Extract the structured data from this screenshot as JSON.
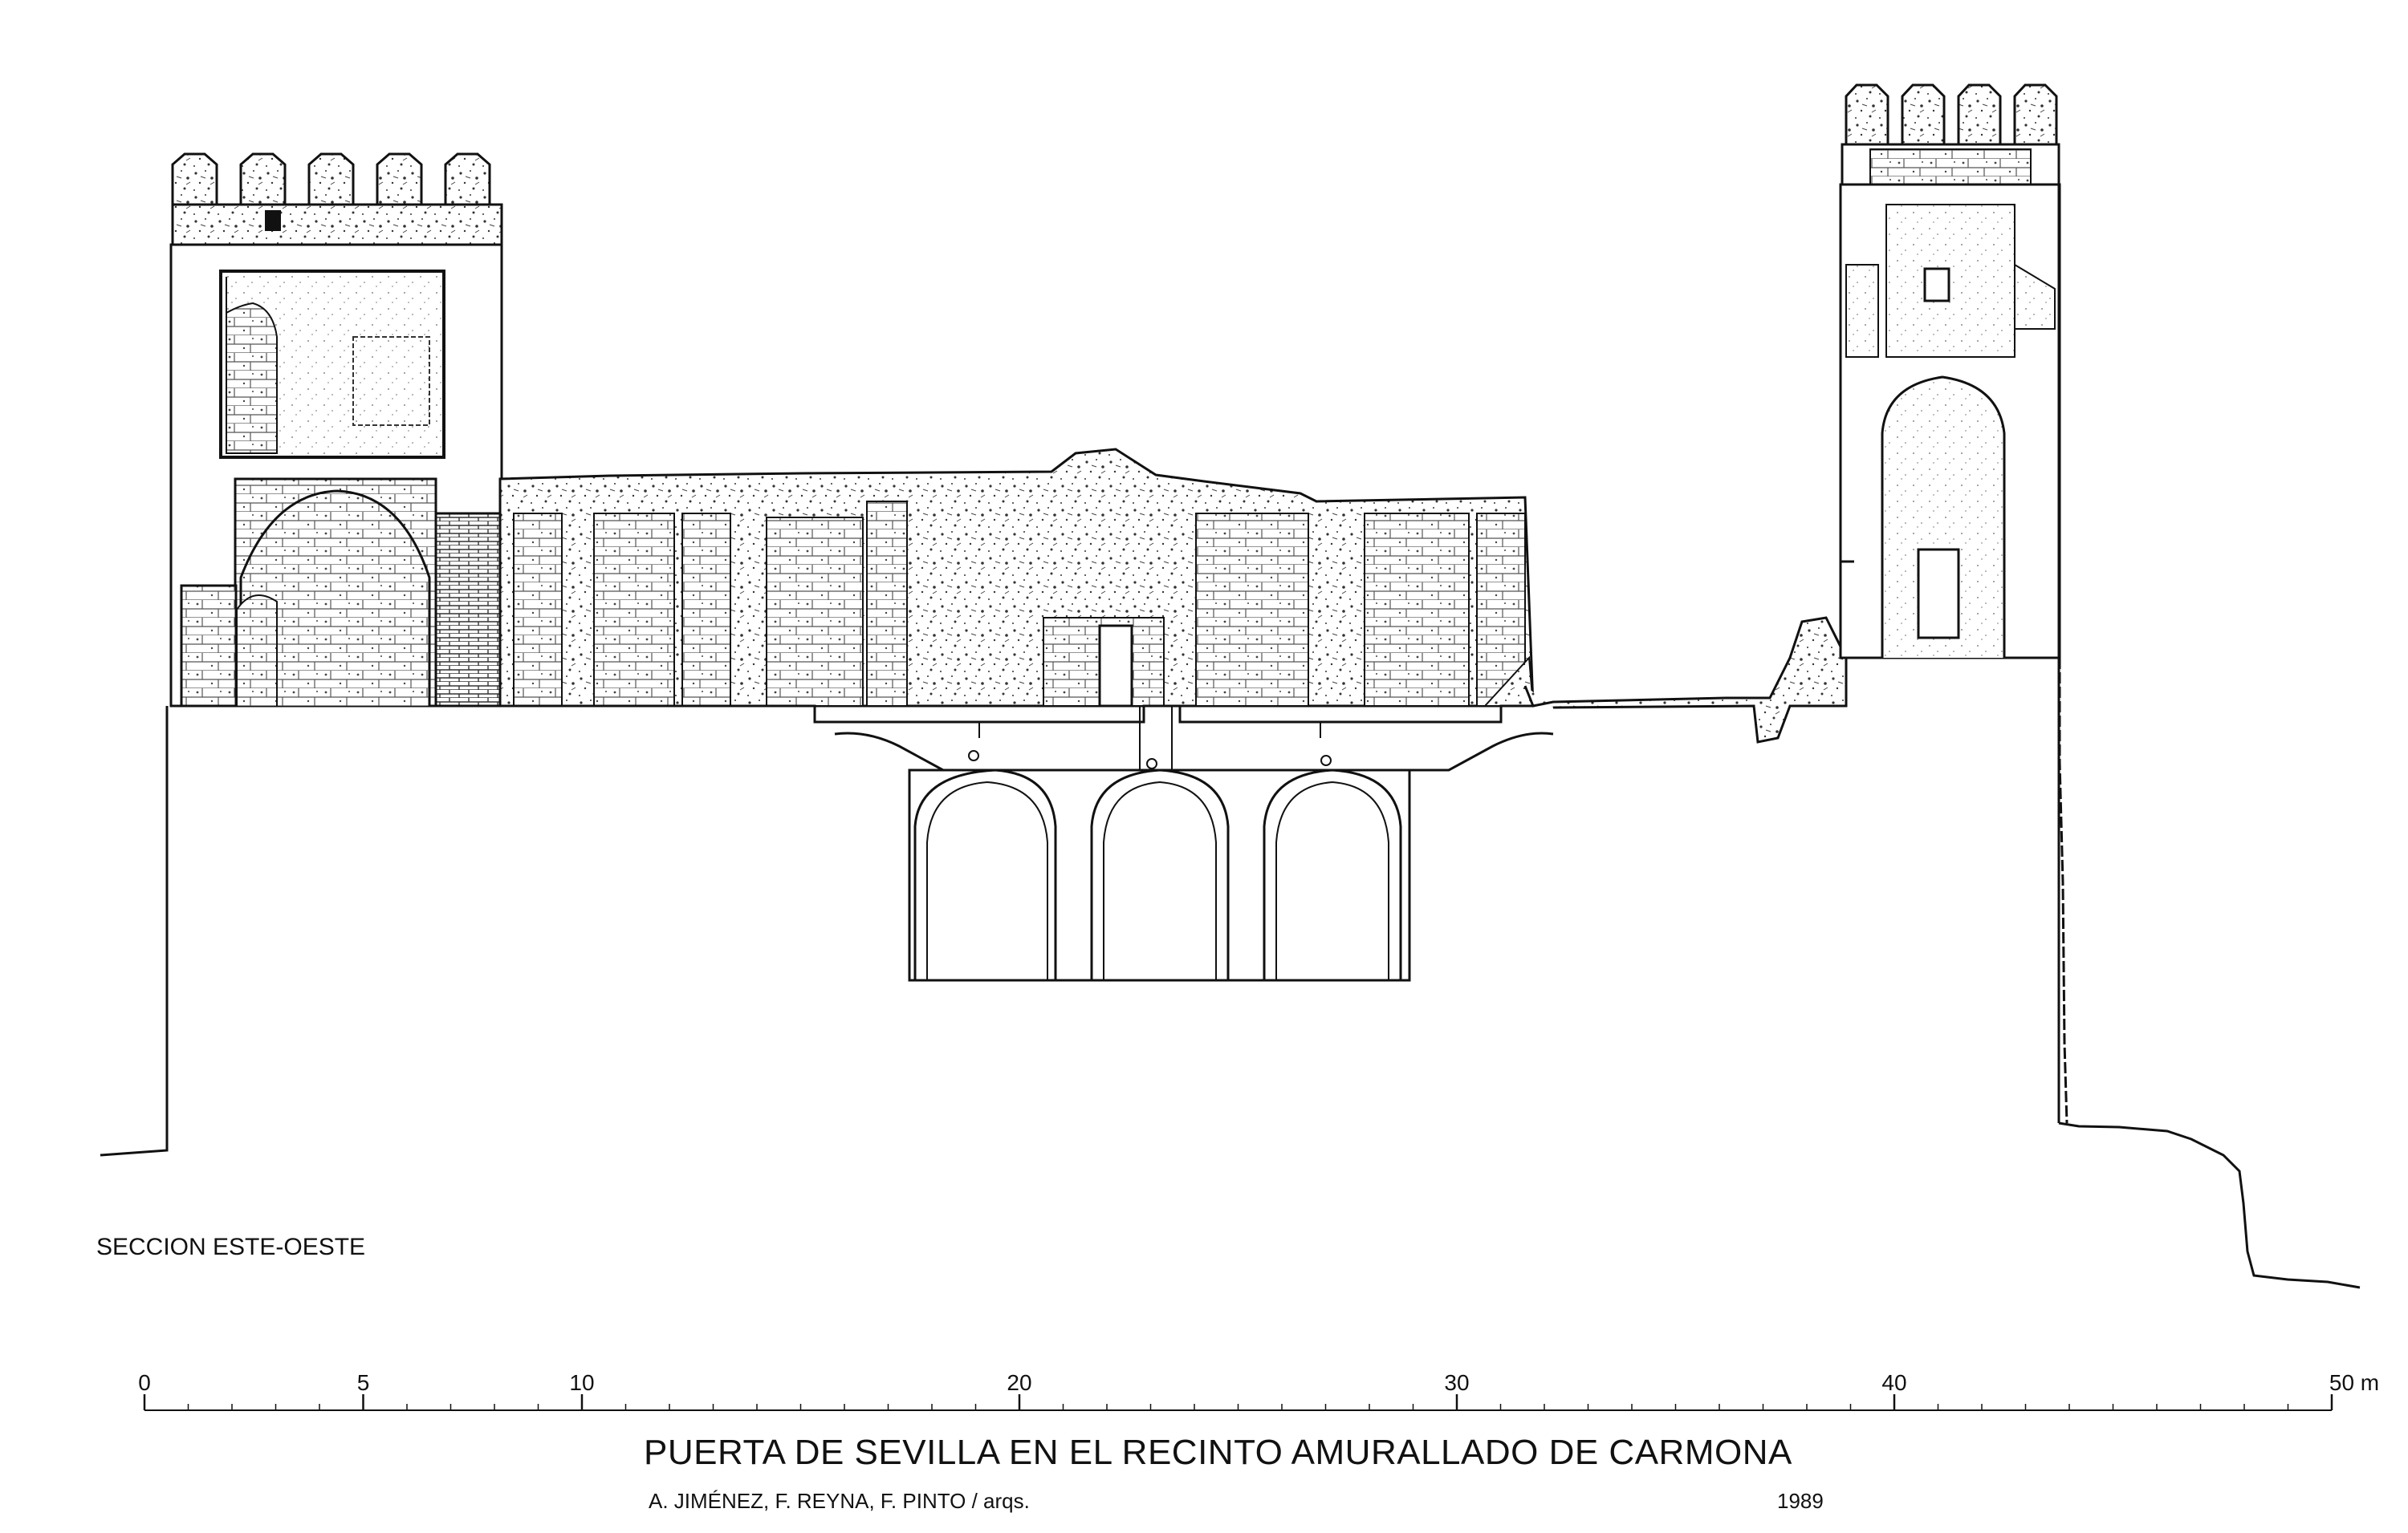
{
  "drawing": {
    "section_label": "SECCION ESTE-OESTE",
    "title": "PUERTA DE SEVILLA EN EL RECINTO AMURALLADO DE CARMONA",
    "authors": "A. JIMÉNEZ, F. REYNA, F. PINTO / arqs.",
    "year": "1989"
  },
  "scale_bar": {
    "ticks": [
      {
        "value": 0,
        "label": "0"
      },
      {
        "value": 5,
        "label": "5"
      },
      {
        "value": 10,
        "label": "10"
      },
      {
        "value": 20,
        "label": "20"
      },
      {
        "value": 30,
        "label": "30"
      },
      {
        "value": 40,
        "label": "40"
      },
      {
        "value": 50,
        "label": "50 m"
      }
    ],
    "max": 50,
    "minor_step": 1
  },
  "colors": {
    "ink": "#111111",
    "paper": "#ffffff",
    "texture": "#555555"
  }
}
